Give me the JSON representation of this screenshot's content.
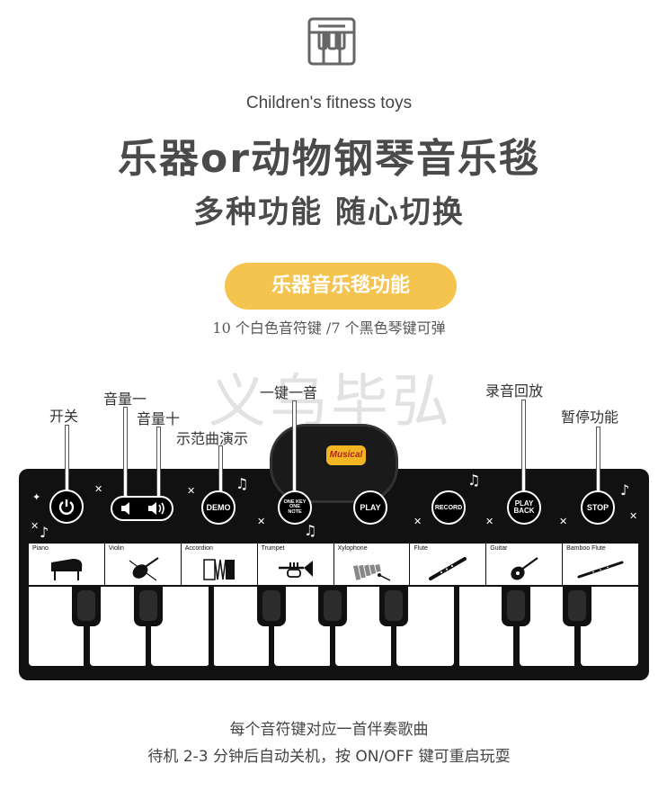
{
  "header": {
    "icon": "piano-keys-icon",
    "subtitle": "Children's fitness toys",
    "headline": "乐器or动物钢琴音乐毯",
    "headline2": "多种功能 随心切换"
  },
  "section": {
    "pill_label": "乐器音乐毯功能",
    "pill_color": "#f4c44f",
    "keys_note": "10 个白色音符键 /7 个黑色琴键可弹"
  },
  "watermark": "义乌毕弘",
  "callouts": {
    "power": "开关",
    "vol_down": "音量一",
    "vol_up": "音量十",
    "demo": "示范曲演示",
    "one_key": "一键一音",
    "playback": "录音回放",
    "stop": "暂停功能"
  },
  "mat": {
    "speaker_logo": "Musical",
    "buttons": {
      "power_icon": "power-icon",
      "vol_down_icon": "speaker-low-icon",
      "vol_up_icon": "speaker-high-icon",
      "demo": "DEMO",
      "one_key": "ONE KEY ONE NOTE",
      "play": "PLAY",
      "record": "RECORD",
      "playback": "PLAY BACK",
      "stop": "STOP"
    },
    "instruments": [
      {
        "label": "Piano",
        "icon": "grand-piano-icon"
      },
      {
        "label": "Violin",
        "icon": "violin-icon"
      },
      {
        "label": "Accordion",
        "icon": "accordion-icon"
      },
      {
        "label": "Trumpet",
        "icon": "trumpet-icon"
      },
      {
        "label": "Xylophone",
        "icon": "xylophone-icon"
      },
      {
        "label": "Flute",
        "icon": "flute-icon"
      },
      {
        "label": "Guitar",
        "icon": "guitar-icon"
      },
      {
        "label": "Bamboo Flute",
        "icon": "bamboo-flute-icon"
      }
    ],
    "colors": {
      "mat": "#111111",
      "keys": "#ffffff"
    }
  },
  "footer": {
    "line1": "每个音符键对应一首伴奏歌曲",
    "line2": "待机 2-3 分钟后自动关机，按 ON/OFF 键可重启玩耍"
  }
}
